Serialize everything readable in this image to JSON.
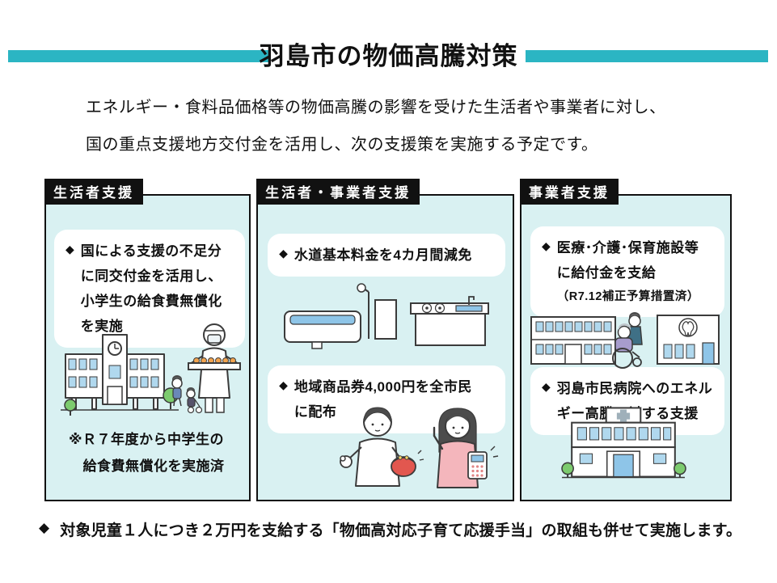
{
  "page": {
    "title": "羽島市の物価高騰対策",
    "intro_line1": "エネルギー・食料品価格等の物価高騰の影響を受けた生活者や事業者に対し、",
    "intro_line2": "国の重点支援地方交付金を活用し、次の支援策を実施する予定です。",
    "footer_marker": "◆",
    "footer_text": "対象児童１人につき２万円を支給する「物価高対応子育て応援手当」の取組も併せて実施します。"
  },
  "colors": {
    "accent_teal": "#2bb5c3",
    "panel_background": "#d9f1f2",
    "label_background": "#111111",
    "label_text": "#ffffff",
    "window_blue": "#b0d8ee",
    "water_blue": "#8ec5e8",
    "tree_green": "#7ccb6e",
    "purse_red": "#e2574f",
    "sweater_pink": "#f4b6bc"
  },
  "columns": [
    {
      "header": "生活者支援",
      "bullets": [
        {
          "marker": "◆",
          "text": "国による支援の不足分\nに同交付金を活用し、\n小学生の給食費無償化\nを実施"
        }
      ],
      "note": "※Ｒ７年度から中学生の\n　給食費無償化を実施済",
      "illustration": "school-building-lunch-staff-and-children"
    },
    {
      "header": "生活者・事業者支援",
      "bullets": [
        {
          "marker": "◆",
          "text": "水道基本料金を4カ月間減免"
        },
        {
          "marker": "◆",
          "text": "地域商品券4,000円を全市民\nに配布"
        }
      ],
      "illustration": "bathtub-and-kitchen",
      "illustration2": "citizens-with-coin-purse-and-calculator"
    },
    {
      "header": "事業者支援",
      "bullets": [
        {
          "marker": "◆",
          "text": "医療･介護･保育施設等\nに給付金を支給",
          "sub": "（R7.12補正予算措置済）"
        },
        {
          "marker": "◆",
          "text": "羽島市民病院へのエネル\nギー高騰に対する支援"
        }
      ],
      "illustration": "care-facilities-and-wheelchair-user",
      "illustration2": "hospital-building"
    }
  ]
}
